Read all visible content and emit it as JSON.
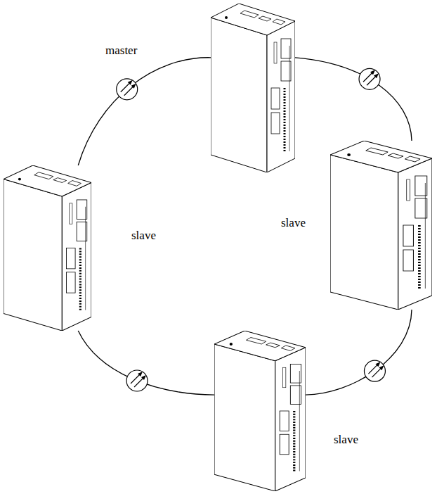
{
  "diagram": {
    "nodes": [
      {
        "text": [
          "master"
        ]
      },
      {
        "text": [
          "slave"
        ]
      },
      {
        "text": [
          "slave"
        ]
      },
      {
        "text": [
          "slave"
        ]
      }
    ],
    "edges": [
      {
        "from": 0,
        "to": 2,
        "arrow": "none"
      },
      {
        "from": 2,
        "to": 3,
        "arrow": "none"
      },
      {
        "from": 3,
        "to": 1,
        "arrow": "none"
      },
      {
        "from": 1,
        "to": 0,
        "arrow": "none"
      }
    ]
  }
}
